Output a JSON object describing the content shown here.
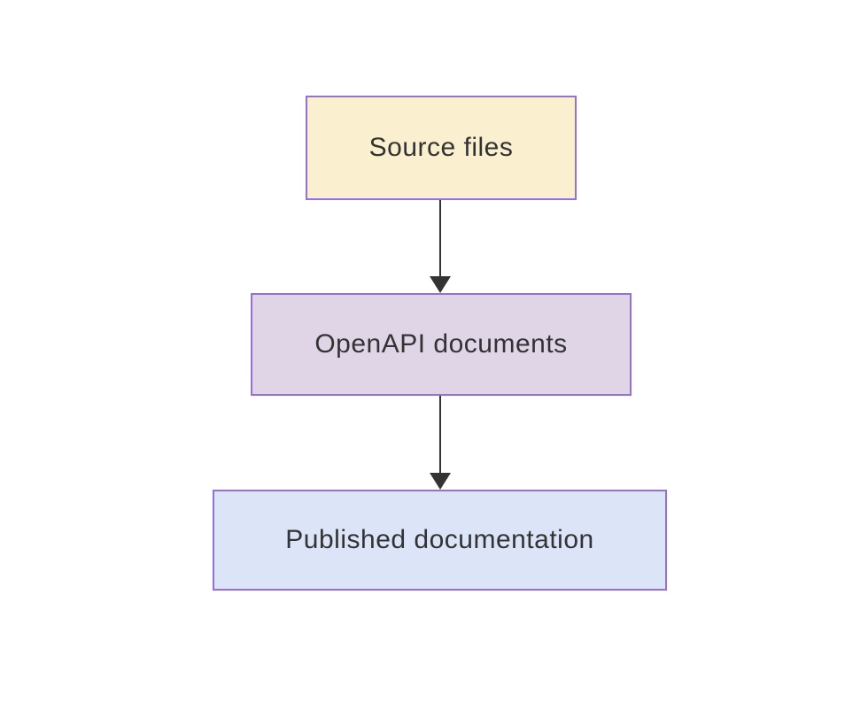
{
  "diagram": {
    "type": "flowchart",
    "direction": "top-down",
    "background": "#ffffff",
    "text_color": "#333333",
    "arrow_color": "#333333",
    "node_border_color": "#9370db",
    "nodes": [
      {
        "id": "source-files",
        "label": "Source files",
        "fill": "#faf0cf",
        "stroke": "#9370db"
      },
      {
        "id": "openapi-documents",
        "label": "OpenAPI documents",
        "fill": "#e0d5e7",
        "stroke": "#9370db"
      },
      {
        "id": "published-documentation",
        "label": "Published documentation",
        "fill": "#dbe5f7",
        "stroke": "#9370db"
      }
    ],
    "edges": [
      {
        "from": "Source files",
        "to": "OpenAPI documents",
        "style": "solid-arrow-down"
      },
      {
        "from": "OpenAPI documents",
        "to": "Published documentation",
        "style": "solid-arrow-down"
      }
    ]
  }
}
